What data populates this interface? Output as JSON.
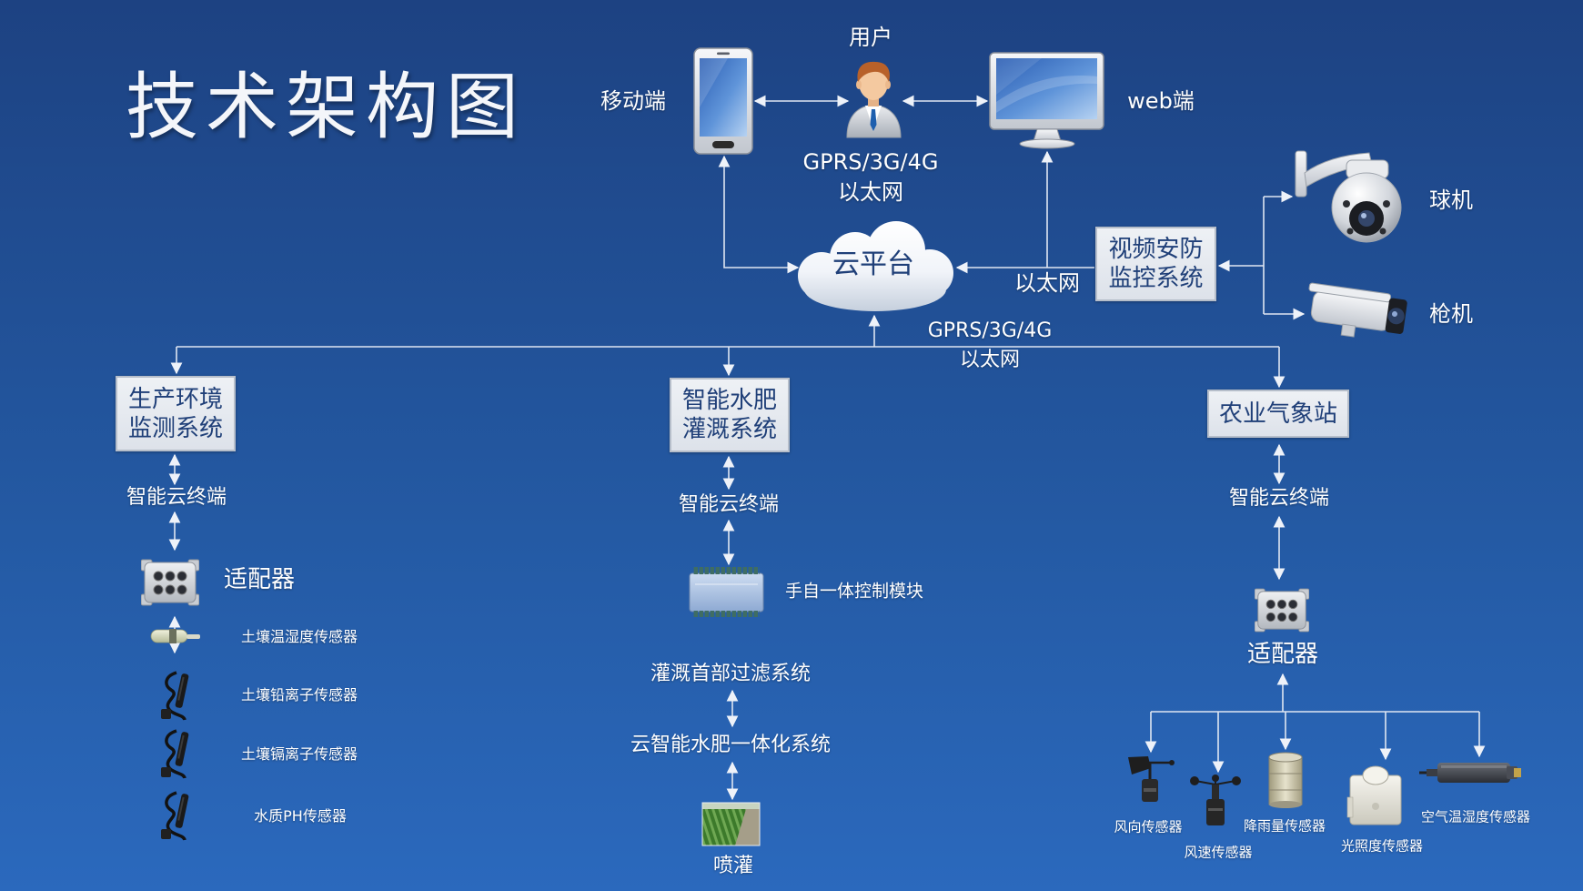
{
  "title": "技术架构图",
  "top": {
    "user_label": "用户",
    "mobile_label": "移动端",
    "web_label": "web端",
    "link_upper": {
      "line1": "GPRS/3G/4G",
      "line2": "以太网"
    }
  },
  "cloud": {
    "label": "云平台"
  },
  "ethernet_label": "以太网",
  "video": {
    "label_line1": "视频安防",
    "label_line2": "监控系统",
    "ball_camera": "球机",
    "gun_camera": "枪机"
  },
  "link_lower": {
    "line1": "GPRS/3G/4G",
    "line2": "以太网"
  },
  "env": {
    "box_line1": "生产环境",
    "box_line2": "监测系统",
    "terminal": "智能云终端",
    "adapter": "适配器",
    "sensors": [
      "土壤温湿度传感器",
      "土壤铅离子传感器",
      "土壤镉离子传感器",
      "水质PH传感器"
    ]
  },
  "irrigation": {
    "box_line1": "智能水肥",
    "box_line2": "灌溉系统",
    "terminal": "智能云终端",
    "control_module": "手自一体控制模块",
    "filter": "灌溉首部过滤系统",
    "integrated": "云智能水肥一体化系统",
    "sprinkler": "喷灌"
  },
  "weather": {
    "box": "农业气象站",
    "terminal": "智能云终端",
    "adapter": "适配器",
    "sensors": [
      "风向传感器",
      "风速传感器",
      "降雨量传感器",
      "光照度传感器",
      "空气温湿度传感器"
    ]
  },
  "colors": {
    "background_top": "#1d4282",
    "background_mid": "#245aa4",
    "background_bottom": "#2b69bd",
    "box_fill": "#dde2ea",
    "box_text": "#1f3f78",
    "label_text": "#ffffff",
    "connector": "#dfe6f2"
  }
}
